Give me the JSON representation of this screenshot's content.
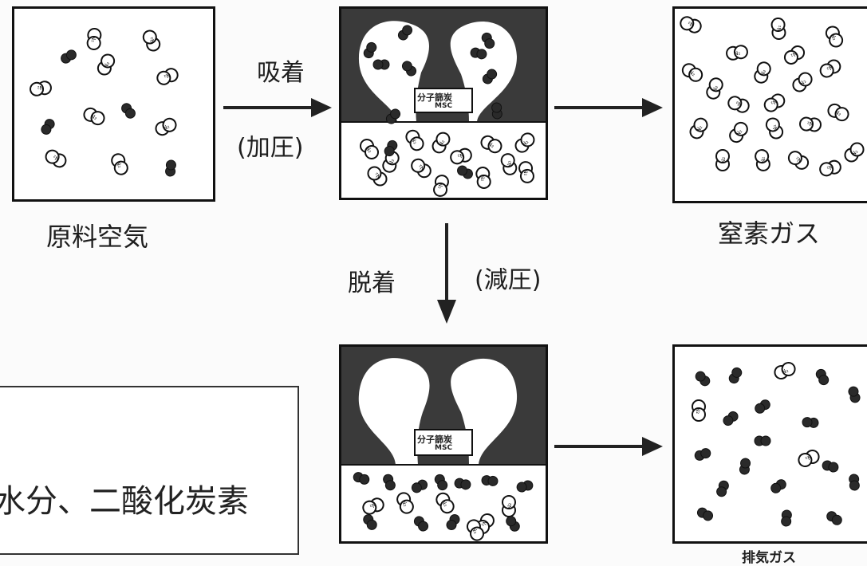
{
  "labels": {
    "raw_air": "原料空気",
    "adsorption": "吸着",
    "pressurize": "(加圧)",
    "nitrogen_gas": "窒素ガス",
    "desorption": "脱着",
    "depressurize": "(減圧)",
    "exhaust_gas": "排気ガス",
    "legend_text": "水分、二酸化炭素",
    "msc_top_jp": "分子篩炭",
    "msc_top_en": "MSC",
    "msc_bottom_jp": "分子篩炭",
    "msc_bottom_en": "MSC",
    "n2_symbol": "N₂"
  },
  "colors": {
    "ink": "#111111",
    "carbon": "#3a3a3a",
    "dark_molecule": "#2a2a2a",
    "background": "#fbfbfb"
  }
}
